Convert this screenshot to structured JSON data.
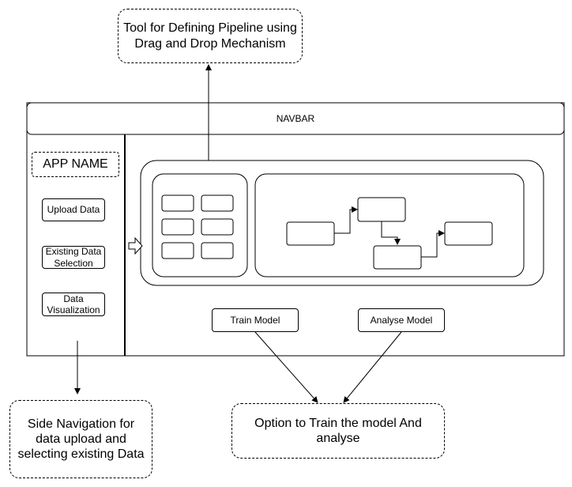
{
  "callouts": {
    "top": "Tool for Defining Pipeline using Drag and Drop Mechanism",
    "bottom_left": "Side Navigation for data upload and selecting existing Data",
    "bottom_center": "Option to Train the model And analyse"
  },
  "navbar": {
    "label": "NAVBAR"
  },
  "sidebar": {
    "app_name": "APP NAME",
    "items": [
      {
        "label": "Upload Data"
      },
      {
        "label": "Existing Data Selection"
      },
      {
        "label": "Data Visualization"
      }
    ]
  },
  "actions": {
    "train": "Train Model",
    "analyse": "Analyse Model"
  }
}
